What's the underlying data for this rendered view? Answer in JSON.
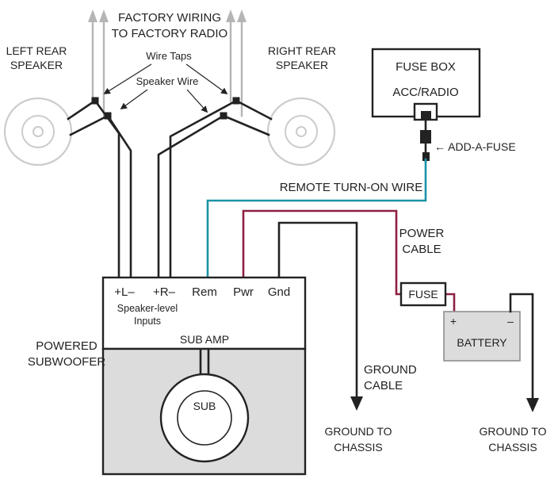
{
  "colors": {
    "gray": "#b5b5b5",
    "speaker_outline": "#cccccc",
    "teal": "#1b93a6",
    "maroon": "#8e2041",
    "panel_fill": "#dcdcdc",
    "wire_black": "#222222"
  },
  "factory_label": {
    "line1": "FACTORY WIRING",
    "line2": "TO FACTORY RADIO"
  },
  "left_speaker_label": {
    "line1": "LEFT REAR",
    "line2": "SPEAKER"
  },
  "right_speaker_label": {
    "line1": "RIGHT REAR",
    "line2": "SPEAKER"
  },
  "callouts": {
    "wire_taps": "Wire Taps",
    "speaker_wire": "Speaker Wire"
  },
  "fuse_box": {
    "title": "FUSE BOX",
    "circuit": "ACC/RADIO",
    "add_a_fuse": "← ADD-A-FUSE"
  },
  "remote_wire_label": "REMOTE TURN-ON WIRE",
  "power_cable_label": {
    "line1": "POWER",
    "line2": "CABLE"
  },
  "amp": {
    "terminal_left": "+L–",
    "terminal_right": "+R–",
    "terminal_rem": "Rem",
    "terminal_pwr": "Pwr",
    "terminal_gnd": "Gnd",
    "inputs_line1": "Speaker-level",
    "inputs_line2": "Inputs",
    "name": "SUB AMP"
  },
  "subwoofer": {
    "label_line1": "POWERED",
    "label_line2": "SUBWOOFER",
    "driver": "SUB"
  },
  "inline_fuse_label": "FUSE",
  "battery": {
    "label": "BATTERY",
    "plus": "+",
    "minus": "–"
  },
  "ground_cable_label": {
    "line1": "GROUND",
    "line2": "CABLE"
  },
  "ground_chassis_left": {
    "line1": "GROUND TO",
    "line2": "CHASSIS"
  },
  "ground_chassis_right": {
    "line1": "GROUND TO",
    "line2": "CHASSIS"
  }
}
